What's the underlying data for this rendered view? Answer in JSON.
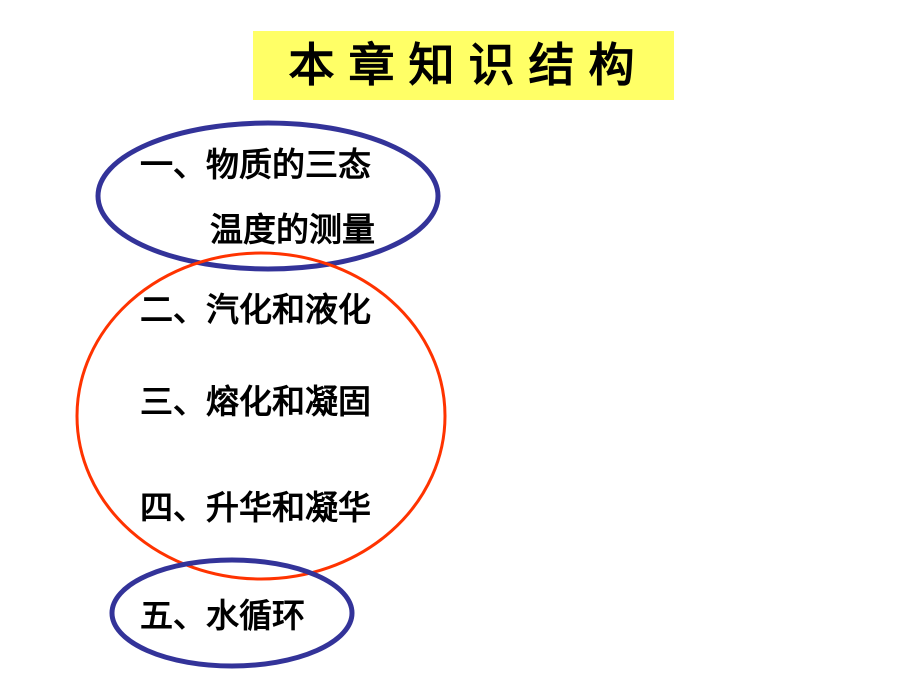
{
  "title": "本章知识结构",
  "items": [
    "一、物质的三态",
    "温度的测量",
    "二、汽化和液化",
    "三、熔化和凝固",
    "四、升华和凝华",
    "五、水循环"
  ],
  "colors": {
    "title_background": "#ffff66",
    "blue_circle": "#333399",
    "red_circle": "#ff3300",
    "text": "#000000"
  }
}
